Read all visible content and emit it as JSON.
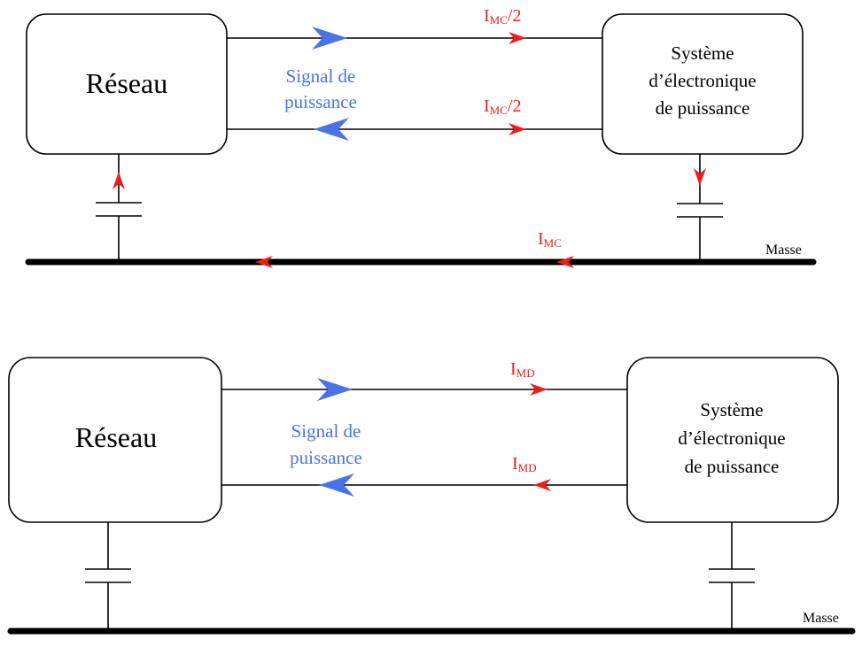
{
  "colors": {
    "signal": "#4a73e8",
    "current": "#f01c1c",
    "line": "#000000"
  },
  "common_mode": {
    "left_box": "Réseau",
    "right_box_line1": "Système",
    "right_box_line2": "d’électronique",
    "right_box_line3": "de puissance",
    "signal_line1": "Signal de",
    "signal_line2": "puissance",
    "current_top_main": "I",
    "current_top_sub": "MC",
    "current_top_suffix": "/2",
    "current_bottom_main": "I",
    "current_bottom_sub": "MC",
    "current_bottom_suffix": "/2",
    "current_ground_main": "I",
    "current_ground_sub": "MC",
    "ground_label": "Masse"
  },
  "differential_mode": {
    "left_box": "Réseau",
    "right_box_line1": "Système",
    "right_box_line2": "d’électronique",
    "right_box_line3": "de puissance",
    "signal_line1": "Signal de",
    "signal_line2": "puissance",
    "current_top_main": "I",
    "current_top_sub": "MD",
    "current_bottom_main": "I",
    "current_bottom_sub": "MD",
    "ground_label": "Masse"
  }
}
